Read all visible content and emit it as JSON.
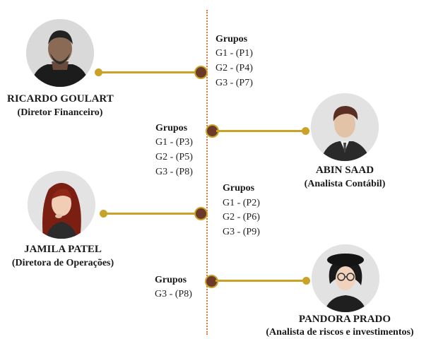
{
  "people": [
    {
      "name": "RICARDO GOULART",
      "role": "(Diretor Financeiro)",
      "groups_title": "Grupos",
      "groups": [
        "G1 - (P1)",
        "G2 - (P4)",
        "G3 - (P7)"
      ]
    },
    {
      "name": "ABIN SAAD",
      "role": "(Analista Contábil)",
      "groups_title": "Grupos",
      "groups": [
        "G1 - (P3)",
        "G2 - (P5)",
        "G3 - (P8)"
      ]
    },
    {
      "name": "JAMILA PATEL",
      "role": "(Diretora de Operações)",
      "groups_title": "Grupos",
      "groups": [
        "G1 - (P2)",
        "G2 - (P6)",
        "G3 - (P9)"
      ]
    },
    {
      "name": "PANDORA PRADO",
      "role": "(Analista de riscos e investimentos)",
      "groups_title": "Grupos",
      "groups": [
        "G3 - (P8)"
      ]
    }
  ],
  "colors": {
    "timeline": "#e07a3a",
    "connector": "#c9a227",
    "node_fill": "#6b3a2a"
  }
}
